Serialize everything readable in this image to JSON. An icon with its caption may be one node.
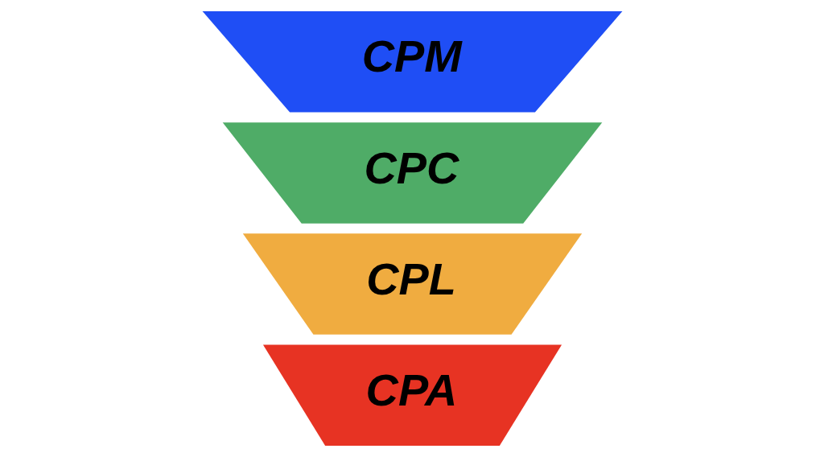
{
  "diagram": {
    "nodes": [
      {
        "text": [
          "CPM"
        ]
      },
      {
        "text": [
          "CPC"
        ]
      },
      {
        "text": [
          "CPL"
        ]
      },
      {
        "text": [
          "CPA"
        ]
      }
    ]
  }
}
